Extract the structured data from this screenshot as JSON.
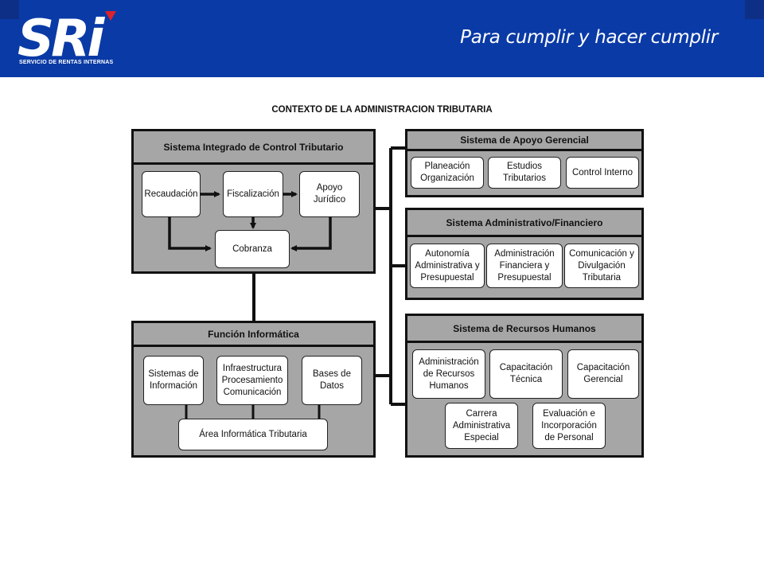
{
  "header": {
    "logo_text": "SRi",
    "logo_subtitle": "SERVICIO DE RENTAS INTERNAS",
    "tagline": "Para cumplir y hacer cumplir",
    "colors": {
      "bar": "#0a3aa6",
      "accent": "#d9232d"
    }
  },
  "diagram": {
    "title": "CONTEXTO DE LA ADMINISTRACION TRIBUTARIA",
    "panels": {
      "control": {
        "title": "Sistema Integrado de Control Tributario",
        "nodes": {
          "recaudacion": "Recaudación",
          "fiscalizacion": "Fiscalización",
          "apoyo_juridico": "Apoyo\nJurídico",
          "cobranza": "Cobranza"
        }
      },
      "informatica": {
        "title": "Función Informática",
        "nodes": {
          "sistemas": "Sistemas de\nInformación",
          "infraestructura": "Infraestructura\nProcesamiento\nComunicación",
          "bases": "Bases de\nDatos",
          "area": "Área Informática Tributaria"
        }
      },
      "apoyo_gerencial": {
        "title": "Sistema de Apoyo Gerencial",
        "nodes": {
          "planeacion": "Planeación\nOrganización",
          "estudios": "Estudios\nTributarios",
          "control_interno": "Control Interno"
        }
      },
      "administrativo": {
        "title": "Sistema Administrativo/Financiero",
        "nodes": {
          "autonomia": "Autonomía\nAdministrativa y\nPresupuestal",
          "administracion": "Administración\nFinanciera y\nPresupuestal",
          "comunicacion": "Comunicación y\nDivulgación\nTributaria"
        }
      },
      "rrhh": {
        "title": "Sistema de Recursos Humanos",
        "nodes": {
          "admin_rrhh": "Administración\nde Recursos\nHumanos",
          "cap_tecnica": "Capacitación\nTécnica",
          "cap_gerencial": "Capacitación\nGerencial",
          "carrera": "Carrera\nAdministrativa\nEspecial",
          "evaluacion": "Evaluación e\nIncorporación\nde Personal"
        }
      }
    }
  }
}
